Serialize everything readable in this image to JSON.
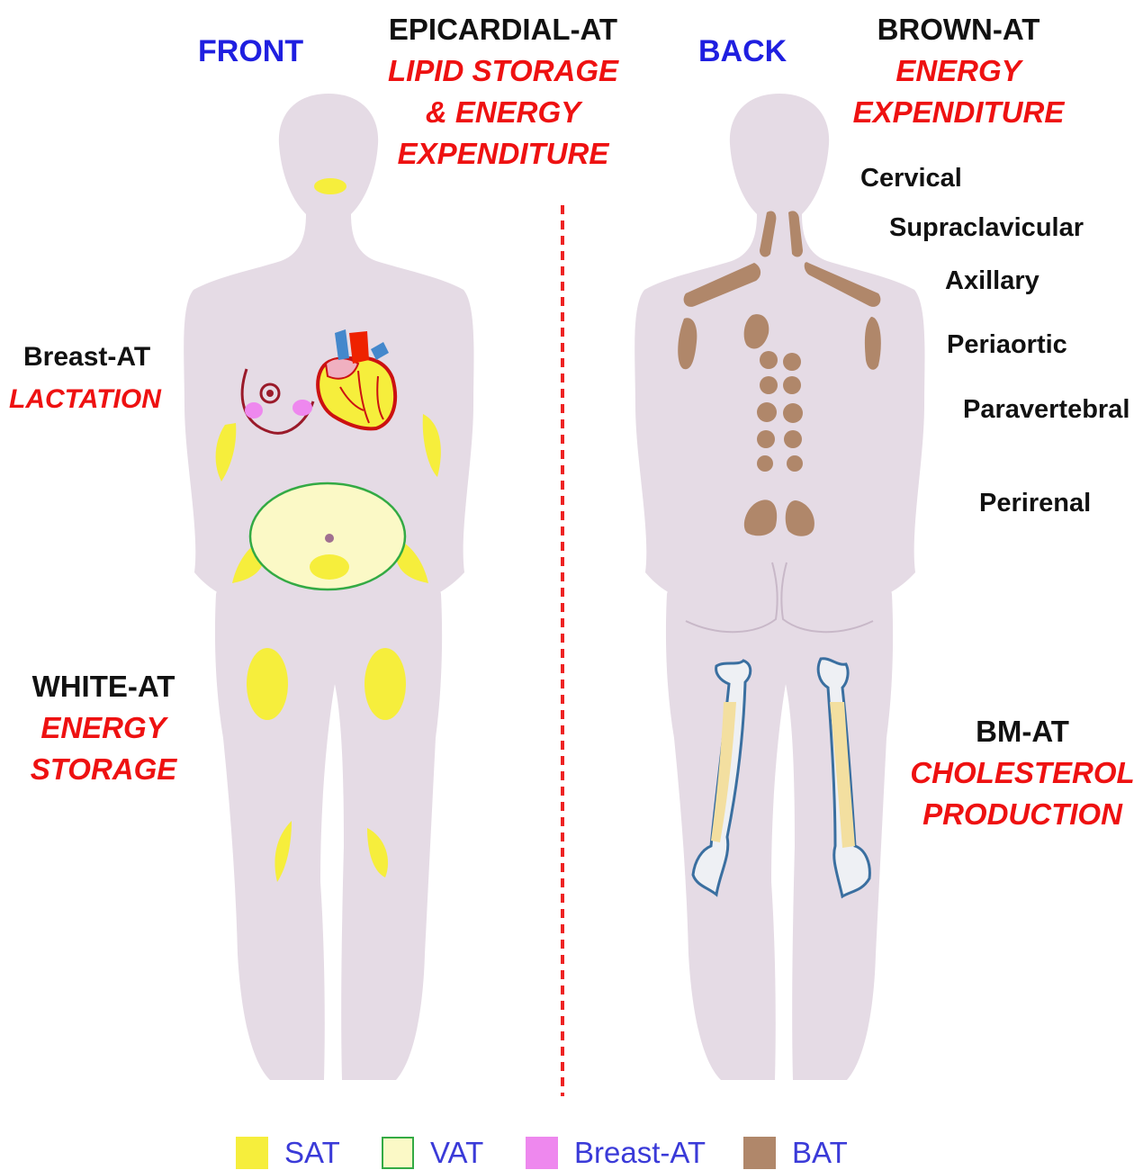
{
  "colors": {
    "body": "#e5dbe5",
    "sat": "#f6ee3c",
    "vat_fill": "#fbf9c6",
    "vat_stroke": "#33aa44",
    "breast_at": "#ee88ee",
    "bat": "#b0876a",
    "heading_blue": "#1f1fe0",
    "function_red": "#ee1111",
    "divider": "#ee2222"
  },
  "front": {
    "heading": "FRONT"
  },
  "back": {
    "heading": "BACK"
  },
  "epicardial": {
    "name": "EPICARDIAL-AT",
    "function_lines": [
      "LIPID STORAGE",
      "& ENERGY",
      "EXPENDITURE"
    ]
  },
  "breast": {
    "name": "Breast-AT",
    "function": "LACTATION"
  },
  "white": {
    "name": "WHITE-AT",
    "function_lines": [
      "ENERGY",
      "STORAGE"
    ]
  },
  "brown": {
    "name": "BROWN-AT",
    "function_lines": [
      "ENERGY",
      "EXPENDITURE"
    ],
    "sites": [
      "Cervical",
      "Supraclavicular",
      "Axillary",
      "Periaortic",
      "Paravertebral",
      "Perirenal"
    ]
  },
  "bm": {
    "name": "BM-AT",
    "function_lines": [
      "CHOLESTEROL",
      "PRODUCTION"
    ]
  },
  "legend": [
    {
      "label": "SAT",
      "icon": "sat-swatch"
    },
    {
      "label": "VAT",
      "icon": "vat-swatch"
    },
    {
      "label": "Breast-AT",
      "icon": "breast-at-swatch"
    },
    {
      "label": "BAT",
      "icon": "bat-swatch"
    }
  ]
}
